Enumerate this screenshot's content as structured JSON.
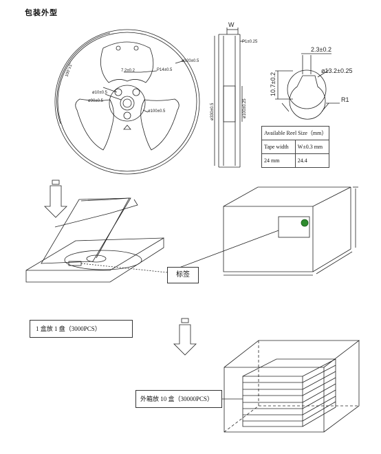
{
  "heading": "包装外型",
  "reel": {
    "dia_outer": "ø320±0.5",
    "dia_100": "ø100±0.5",
    "dia_90": "ø90±0.5",
    "dia_10": "ø10±0.5",
    "dim_72": "7.2±0.2",
    "dim_14": "P14±0.5",
    "arc_label": "100°±1°",
    "side_w": "W",
    "side_p1": "P1±0.25",
    "side_330": "ø330±0.5",
    "side_100": "ø100±0.25"
  },
  "hub": {
    "dim_23": "2.3±0.2",
    "dim_132": "ø13.2±0.25",
    "dim_107": "10.7±0.2",
    "dim_r1": "R1"
  },
  "reel_table": {
    "title": "Available Reel Size（mm）",
    "col1": "Tape width",
    "col2": "W±0.3 mm",
    "val1": "24 mm",
    "val2": "24.4"
  },
  "label_text": "标签",
  "box_note": "1 盒放 1 盘（3000PCS）",
  "carton_note": "外箱放 10 盒（30000PCS）"
}
